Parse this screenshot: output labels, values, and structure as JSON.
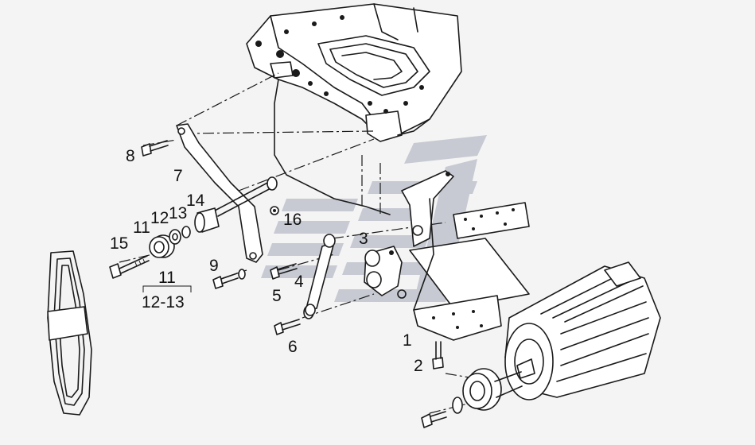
{
  "callouts": [
    {
      "id": "c1",
      "text": "1"
    },
    {
      "id": "c2",
      "text": "2"
    },
    {
      "id": "c3",
      "text": "3"
    },
    {
      "id": "c4",
      "text": "4"
    },
    {
      "id": "c5",
      "text": "5"
    },
    {
      "id": "c6",
      "text": "6"
    },
    {
      "id": "c7",
      "text": "7"
    },
    {
      "id": "c8",
      "text": "8"
    },
    {
      "id": "c9",
      "text": "9"
    },
    {
      "id": "c11",
      "text": "11"
    },
    {
      "id": "c12",
      "text": "12"
    },
    {
      "id": "c13",
      "text": "13"
    },
    {
      "id": "c14",
      "text": "14"
    },
    {
      "id": "c15",
      "text": "15"
    },
    {
      "id": "c16",
      "text": "16"
    }
  ],
  "kit": {
    "top": "11",
    "bottom": "12-13"
  },
  "colors": {
    "line": "#1a1a1a",
    "background": "#f4f4f4",
    "watermark": "#b8bcc8"
  },
  "watermark_icon": "brand-logo-watermark"
}
